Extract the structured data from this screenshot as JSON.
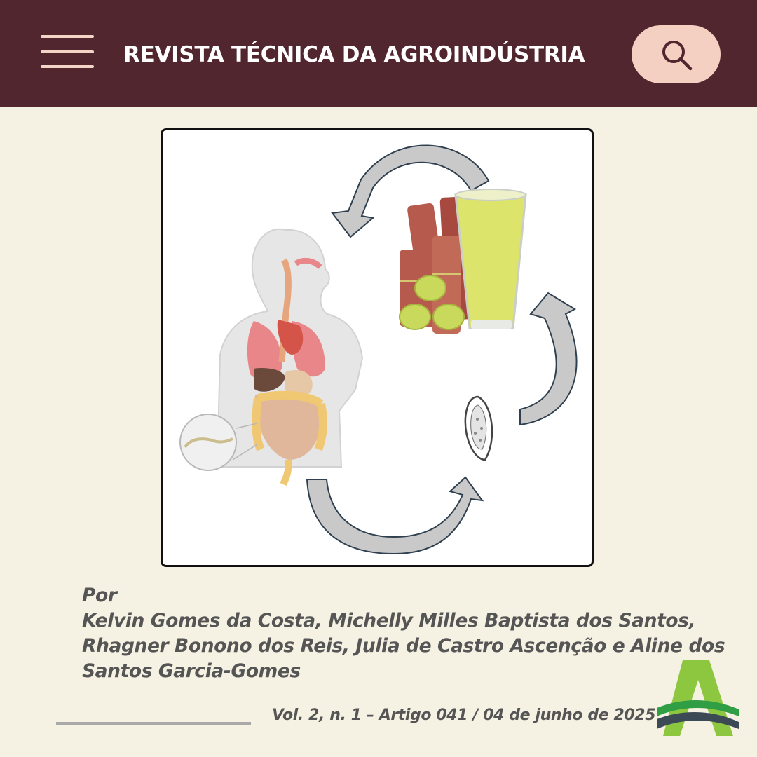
{
  "header": {
    "title": "REVISTA TÉCNICA DA AGROINDÚSTRIA",
    "background_color": "#51262e",
    "accent_color": "#f3d0c2",
    "menu_icon": "hamburger-menu-icon",
    "search_icon": "search-icon"
  },
  "figure": {
    "stages": [
      "human-digestive-system",
      "sugarcane-and-juice-glass",
      "parasite-egg"
    ],
    "arrows": 3
  },
  "byline": {
    "prefix": "Por",
    "authors_lines": [
      "Kelvin Gomes da Costa, Michelly Milles Baptista dos Santos,",
      "Rhagner Bonono dos Reis, Julia de Castro Ascenção e Aline dos",
      "Santos Garcia-Gomes"
    ]
  },
  "footer": {
    "volume": "Vol. 2, n. 1 – Artigo 041 / 04 de junho de 2025"
  },
  "logo": {
    "colors": [
      "#8dc63f",
      "#2f9e44",
      "#3c4a56"
    ]
  }
}
